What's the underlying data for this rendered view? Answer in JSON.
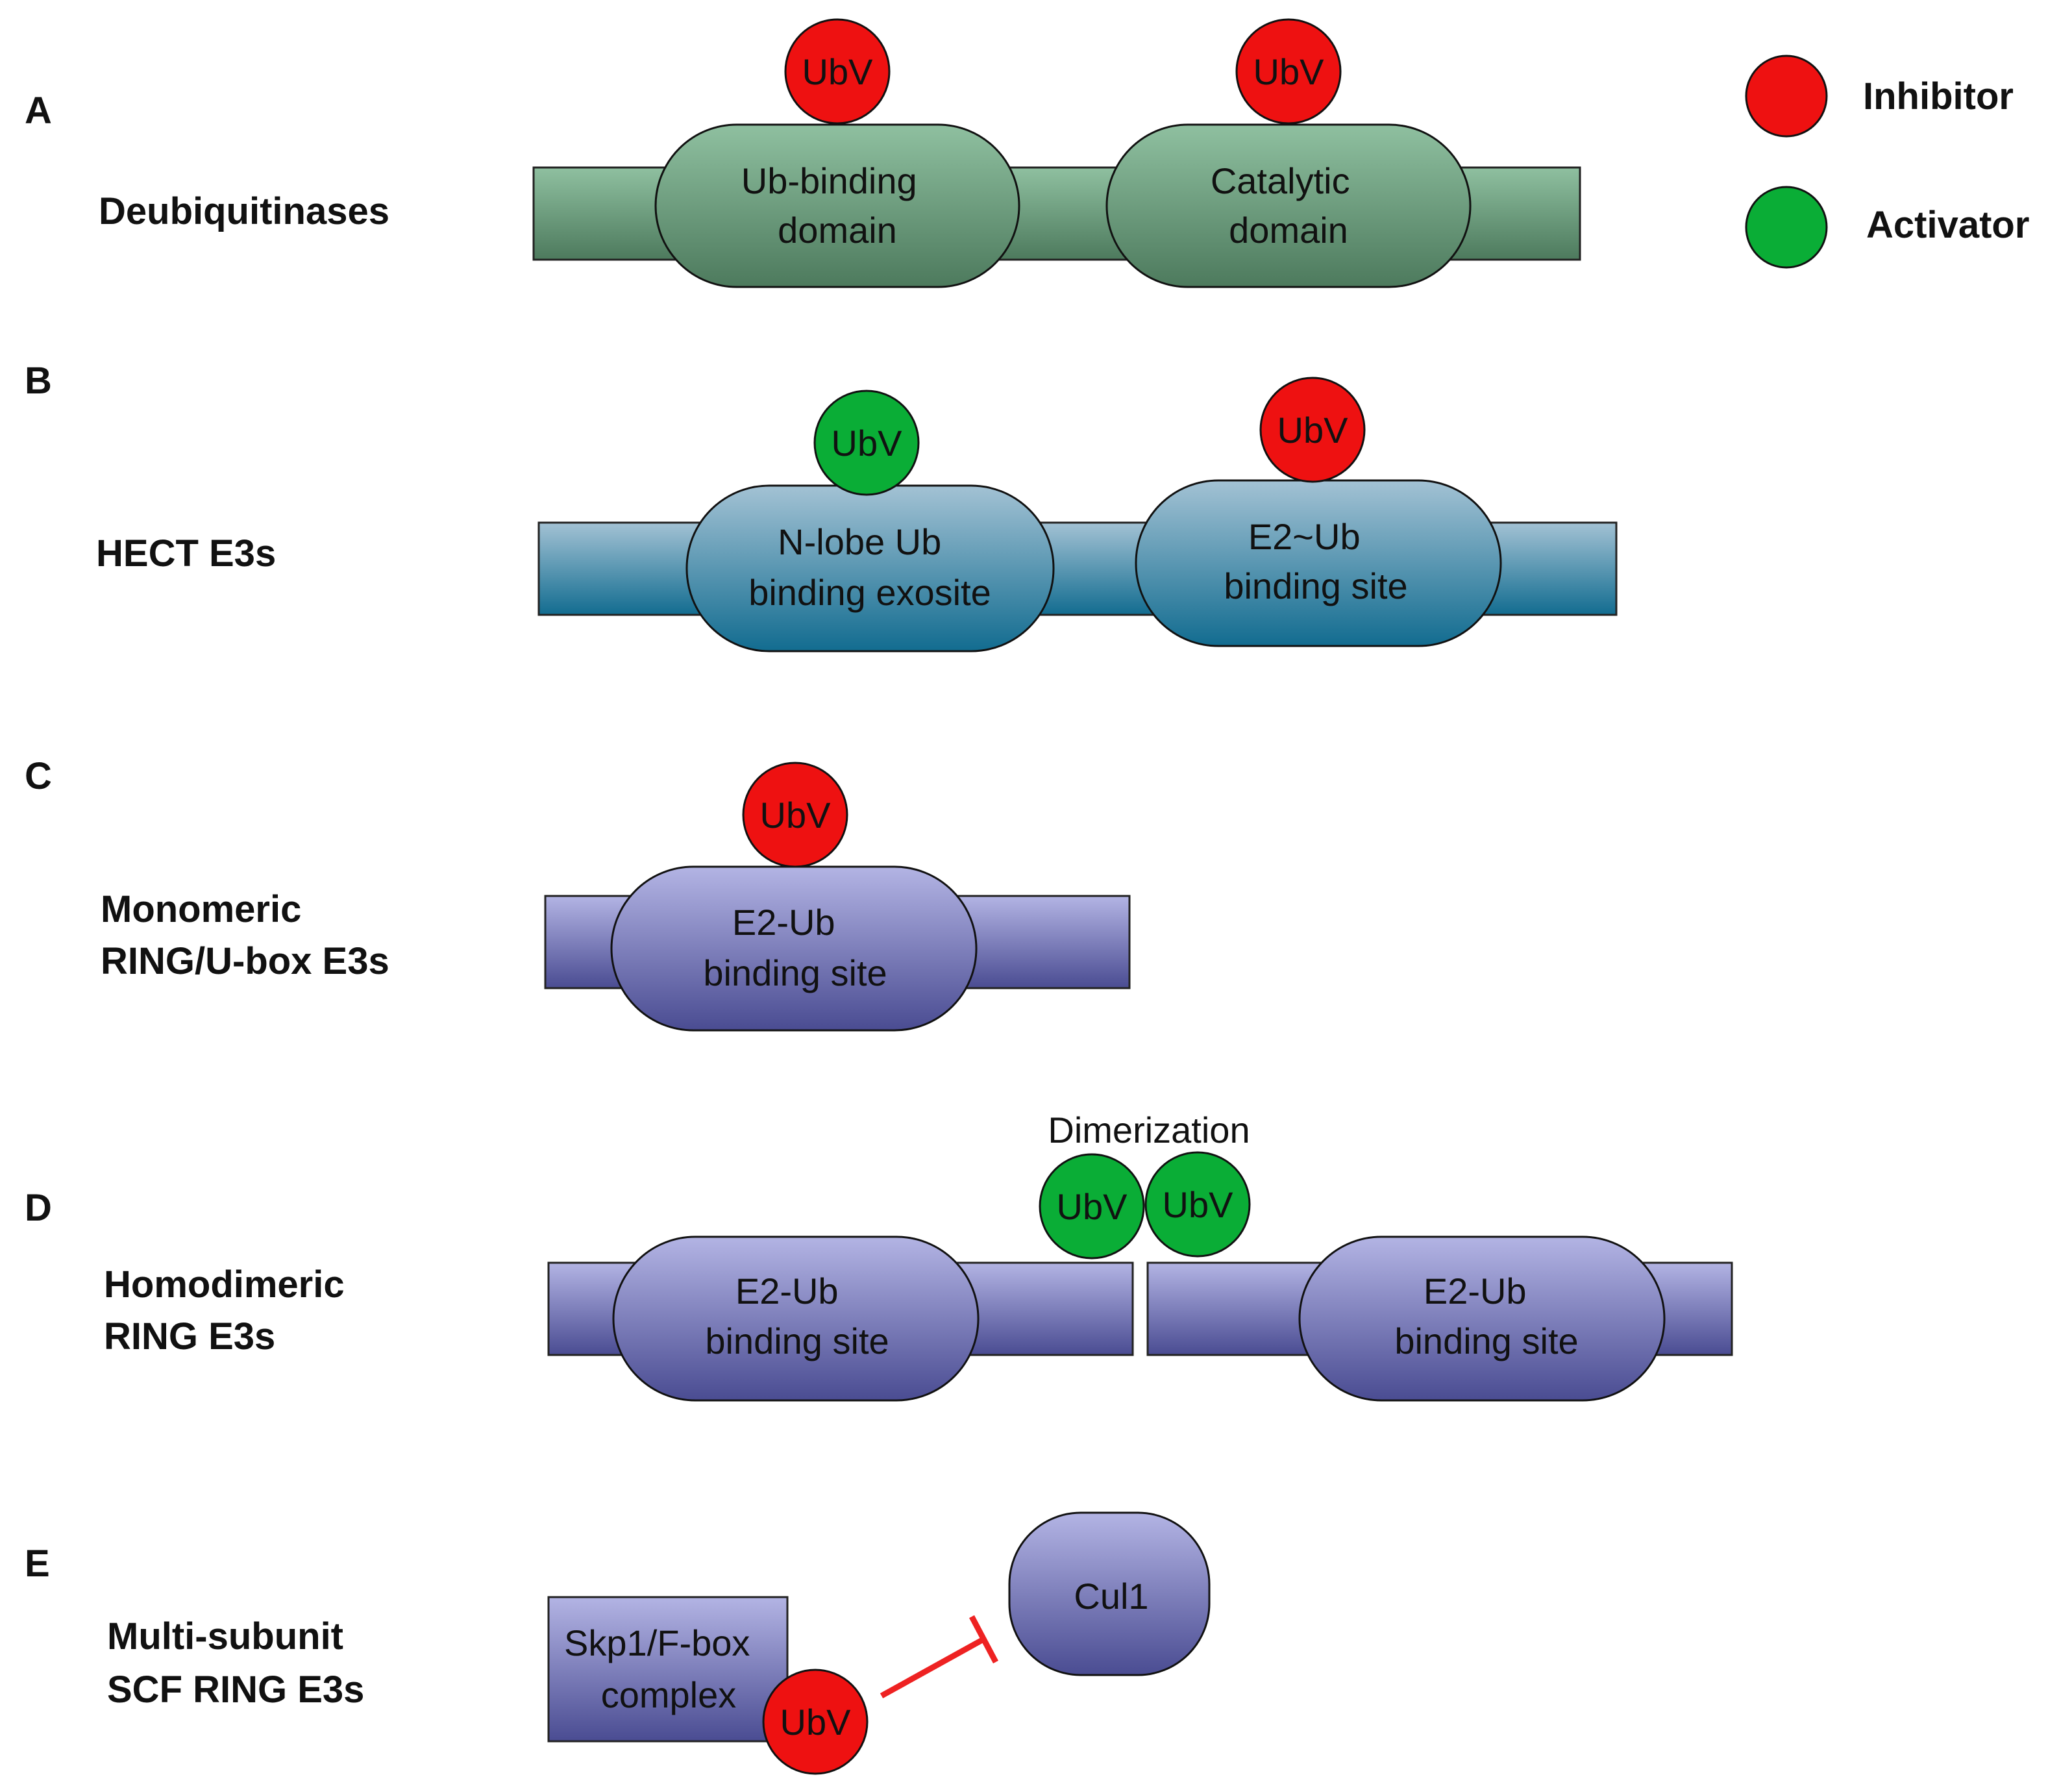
{
  "legend": {
    "inhibitor": {
      "label": "Inhibitor",
      "color": "#ee1111"
    },
    "activator": {
      "label": "Activator",
      "color": "#0aad36"
    }
  },
  "ubv_label": "UbV",
  "panels": {
    "a": {
      "letter": "A",
      "title": "Deubiquitinases",
      "domain1": [
        "Ub-binding",
        "domain"
      ],
      "domain2": [
        "Catalytic",
        "domain"
      ]
    },
    "b": {
      "letter": "B",
      "title": "HECT E3s",
      "domain1": [
        "N-lobe Ub",
        "binding exosite"
      ],
      "domain2": [
        "E2~Ub",
        "binding site"
      ]
    },
    "c": {
      "letter": "C",
      "title": [
        "Monomeric",
        "RING/U-box E3s"
      ],
      "domain1": [
        "E2-Ub",
        "binding site"
      ]
    },
    "d": {
      "letter": "D",
      "title": [
        "Homodimeric",
        "RING E3s"
      ],
      "dimerization": "Dimerization",
      "domain1": [
        "E2-Ub",
        "binding site"
      ],
      "domain2": [
        "E2-Ub",
        "binding site"
      ]
    },
    "e": {
      "letter": "E",
      "title": [
        "Multi-subunit",
        "SCF RING E3s"
      ],
      "complex": [
        "Skp1/F-box",
        "complex"
      ],
      "cul1": "Cul1"
    }
  }
}
